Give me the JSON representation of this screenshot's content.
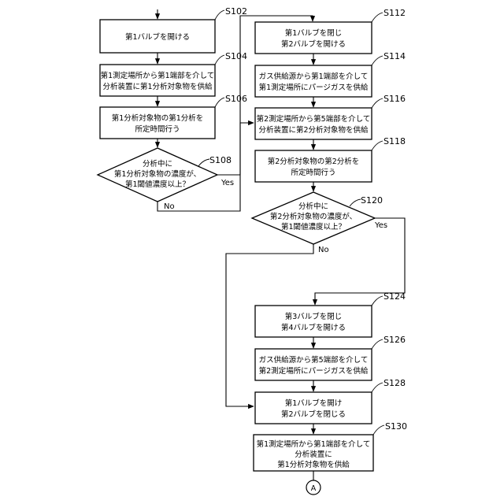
{
  "steps": {
    "s102": {
      "id": "S102",
      "lines": [
        "第1バルブを開ける"
      ]
    },
    "s104": {
      "id": "S104",
      "lines": [
        "第1測定場所から第1端部を介して",
        "分析装置に第1分析対象物を供給"
      ]
    },
    "s106": {
      "id": "S106",
      "lines": [
        "第1分析対象物の第1分析を",
        "所定時間行う"
      ]
    },
    "s108": {
      "id": "S108",
      "lines": [
        "分析中に",
        "第1分析対象物の濃度が、",
        "第1閾値濃度以上？"
      ],
      "yes": "Yes",
      "no": "No"
    },
    "s112": {
      "id": "S112",
      "lines": [
        "第1バルブを閉じ",
        "第2バルブを開ける"
      ]
    },
    "s114": {
      "id": "S114",
      "lines": [
        "ガス供給源から第1端部を介して",
        "第1測定場所にパージガスを供給"
      ]
    },
    "s116": {
      "id": "S116",
      "lines": [
        "第2測定場所から第5端部を介して",
        "分析装置に第2分析対象物を供給"
      ]
    },
    "s118": {
      "id": "S118",
      "lines": [
        "第2分析対象物の第2分析を",
        "所定時間行う"
      ]
    },
    "s120": {
      "id": "S120",
      "lines": [
        "分析中に",
        "第2分析対象物の濃度が、",
        "第1閾値濃度以上？"
      ],
      "yes": "Yes",
      "no": "No"
    },
    "s124": {
      "id": "S124",
      "lines": [
        "第3バルブを閉じ",
        "第4バルブを開ける"
      ]
    },
    "s126": {
      "id": "S126",
      "lines": [
        "ガス供給源から第5端部を介して",
        "第2測定場所にパージガスを供給"
      ]
    },
    "s128": {
      "id": "S128",
      "lines": [
        "第1バルブを開け",
        "第2バルブを閉じる"
      ]
    },
    "s130": {
      "id": "S130",
      "lines": [
        "第1測定場所から第1端部を介して",
        "分析装置に",
        "第1分析対象物を供給"
      ]
    }
  },
  "connector": {
    "label": "A"
  }
}
